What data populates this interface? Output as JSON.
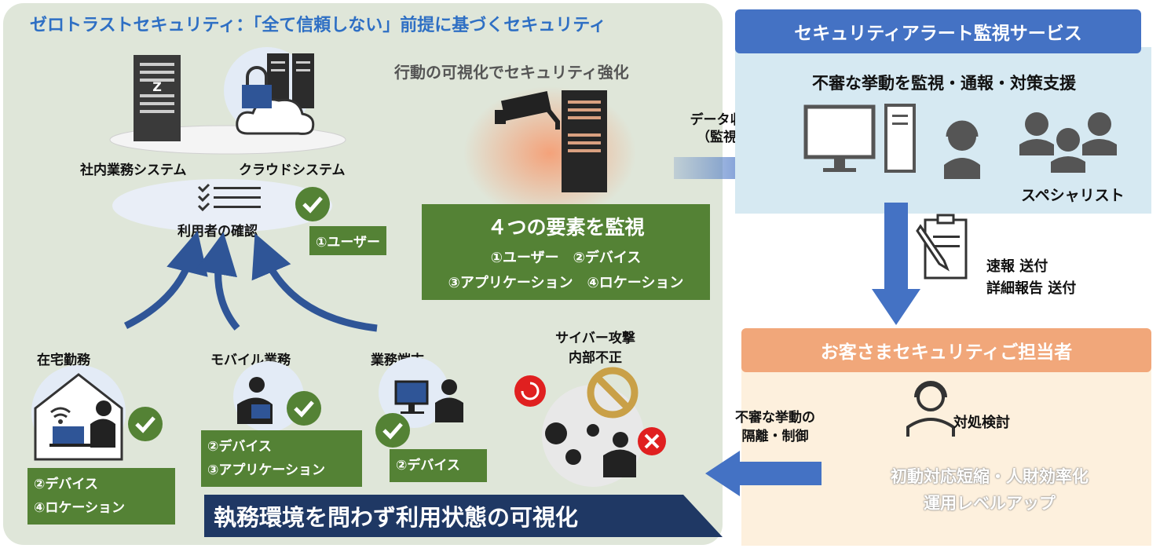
{
  "left_panel": {
    "title": "ゼロトラストセキュリティ：「全て信頼しない」前提に基づくセキュリティ",
    "subtitle": "行動の可視化でセキュリティ強化",
    "server_in_house_label": "社内業務システム",
    "server_cloud_label": "クラウドシステム",
    "verify_label": "利用者の確認",
    "verify_tag": "①ユーザー",
    "monitor_box": {
      "title": "４つの要素を監視",
      "line1": "①ユーザー　②デバイス",
      "line2": "③アプリケーション　④ロケーション"
    },
    "sources": [
      {
        "label": "在宅勤務",
        "tags": [
          "②デバイス",
          "④ロケーション"
        ]
      },
      {
        "label": "モバイル業務",
        "tags": [
          "②デバイス",
          "③アプリケーション"
        ]
      },
      {
        "label": "業務端末",
        "tags": [
          "②デバイス"
        ]
      }
    ],
    "threat_label_1": "サイバー攻撃",
    "threat_label_2": "内部不正",
    "bottom_banner": "執務環境を問わず利用状態の可視化"
  },
  "flow": {
    "collect_label_1": "データ収集",
    "collect_label_2": "（監視）",
    "report_label_1": "速報 送付",
    "report_label_2": "詳細報告 送付",
    "isolate_label_1": "不審な挙動の",
    "isolate_label_2": "隔離・制御"
  },
  "right_top": {
    "header": "セキュリティアラート監視サービス",
    "subtitle": "不審な挙動を監視・通報・対策支援",
    "specialist_label": "スペシャリスト"
  },
  "right_bottom": {
    "header": "お客さまセキュリティご担当者",
    "action_label": "対処検討",
    "benefit_1": "初動対応短縮・人財効率化",
    "benefit_2": "運用レベルアップ"
  },
  "colors": {
    "green_box": "#548235",
    "blue_header": "#4472c4",
    "orange_header": "#f1a77a",
    "arrow_blue": "#4472c4",
    "title_blue": "#2e6fc4",
    "banner_navy": "#1f3864"
  }
}
